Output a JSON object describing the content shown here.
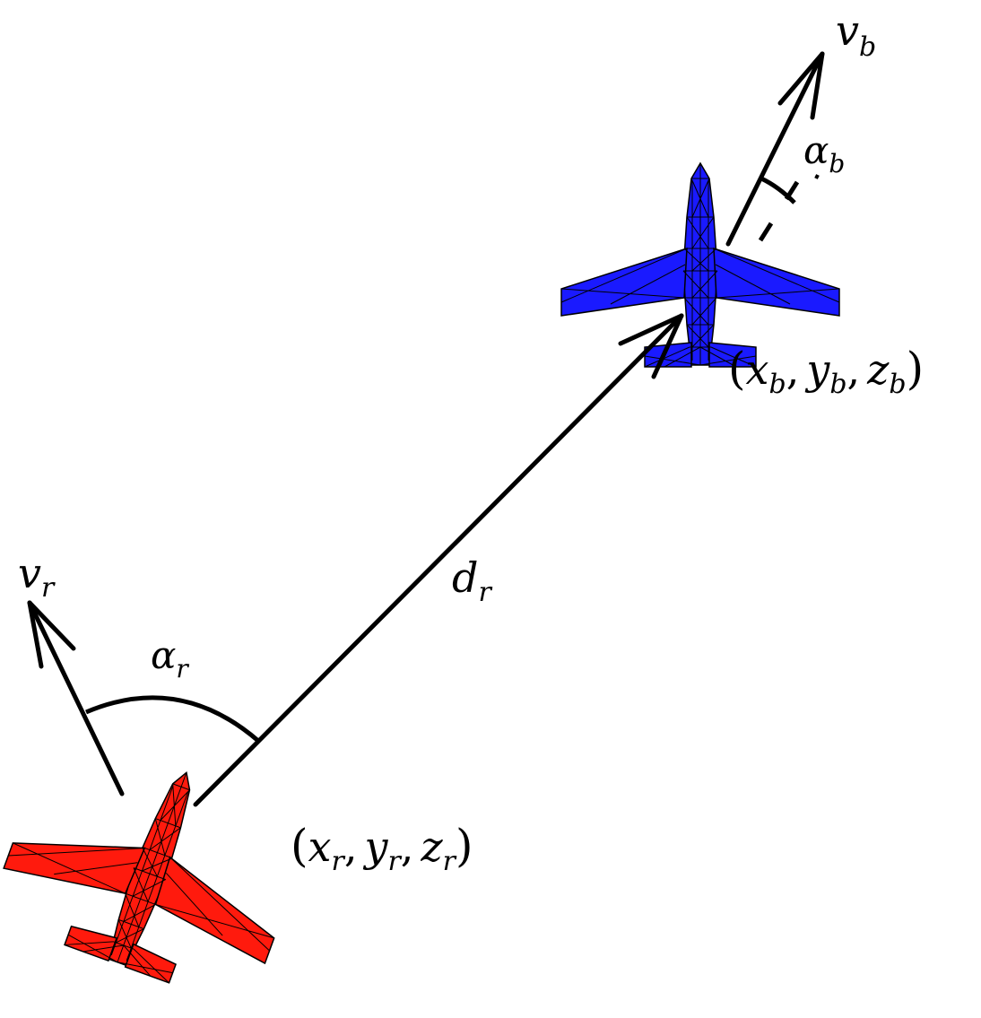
{
  "colors": {
    "red_aircraft": "#ff1a0d",
    "blue_aircraft": "#1a1aff",
    "lines": "#000000",
    "background": "#ffffff"
  },
  "labels": {
    "v_b": {
      "base": "v",
      "sub": "b"
    },
    "v_r": {
      "base": "v",
      "sub": "r"
    },
    "alpha_b": {
      "base": "α",
      "sub": "b"
    },
    "alpha_r": {
      "base": "α",
      "sub": "r"
    },
    "d_r": {
      "base": "d",
      "sub": "r"
    },
    "pos_b": {
      "open": "(",
      "x": "x",
      "x_sub": "b",
      "y": "y",
      "y_sub": "b",
      "z": "z",
      "z_sub": "b",
      "comma": ",",
      "close": ")"
    },
    "pos_r": {
      "open": "(",
      "x": "x",
      "x_sub": "r",
      "y": "y",
      "y_sub": "r",
      "z": "z",
      "z_sub": "r",
      "comma": ",",
      "close": ")"
    }
  }
}
